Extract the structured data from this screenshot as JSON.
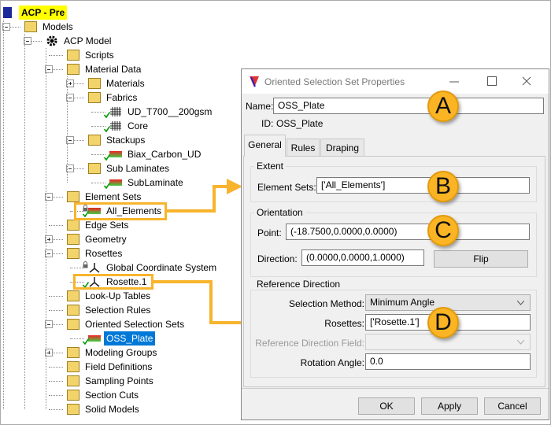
{
  "tree": [
    {
      "label": "ACP - Pre",
      "level": 0,
      "icon": "database-icon",
      "exp": ""
    },
    {
      "label": "Models",
      "level": 1,
      "icon": "folder-gear-icon",
      "exp": "-"
    },
    {
      "label": "ACP Model",
      "level": 2,
      "icon": "gear-icon",
      "exp": "-"
    },
    {
      "label": "Scripts",
      "level": 3,
      "icon": "folder-script-icon",
      "exp": ""
    },
    {
      "label": "Material Data",
      "level": 3,
      "icon": "folder-grid-icon",
      "exp": "-"
    },
    {
      "label": "Materials",
      "level": 4,
      "icon": "folder-material-icon",
      "exp": "+"
    },
    {
      "label": "Fabrics",
      "level": 4,
      "icon": "folder-grid-icon",
      "exp": "-"
    },
    {
      "label": "UD_T700__200gsm",
      "level": 5,
      "icon": "fabric-icon",
      "exp": "",
      "check": true
    },
    {
      "label": "Core",
      "level": 5,
      "icon": "fabric-icon",
      "exp": "",
      "check": true
    },
    {
      "label": "Stackups",
      "level": 4,
      "icon": "folder-stackup-icon",
      "exp": "-"
    },
    {
      "label": "Biax_Carbon_UD",
      "level": 5,
      "icon": "stackup-icon",
      "exp": "",
      "check": true
    },
    {
      "label": "Sub Laminates",
      "level": 4,
      "icon": "folder-sublaminate-icon",
      "exp": "-"
    },
    {
      "label": "SubLaminate",
      "level": 5,
      "icon": "sublaminate-icon",
      "exp": "",
      "check": true
    },
    {
      "label": "Element Sets",
      "level": 3,
      "icon": "folder-elementset-icon",
      "exp": "-"
    },
    {
      "label": "All_Elements",
      "level": 4,
      "icon": "elementset-icon",
      "exp": "",
      "check": true,
      "lock": true
    },
    {
      "label": "Edge Sets",
      "level": 3,
      "icon": "folder-edgeset-icon",
      "exp": ""
    },
    {
      "label": "Geometry",
      "level": 3,
      "icon": "folder-geometry-icon",
      "exp": "+"
    },
    {
      "label": "Rosettes",
      "level": 3,
      "icon": "folder-rosette-icon",
      "exp": "-"
    },
    {
      "label": "Global Coordinate System",
      "level": 4,
      "icon": "rosette-icon",
      "exp": "",
      "lock": true
    },
    {
      "label": "Rosette.1",
      "level": 4,
      "icon": "rosette-icon",
      "exp": "",
      "check": true
    },
    {
      "label": "Look-Up Tables",
      "level": 3,
      "icon": "folder-lookup-icon",
      "exp": ""
    },
    {
      "label": "Selection Rules",
      "level": 3,
      "icon": "folder-rules-icon",
      "exp": ""
    },
    {
      "label": "Oriented Selection Sets",
      "level": 3,
      "icon": "folder-oss-icon",
      "exp": "-"
    },
    {
      "label": "OSS_Plate",
      "level": 4,
      "icon": "oss-icon",
      "exp": "",
      "check": true,
      "selected": true
    },
    {
      "label": "Modeling Groups",
      "level": 3,
      "icon": "folder-modeling-icon",
      "exp": "+"
    },
    {
      "label": "Field Definitions",
      "level": 3,
      "icon": "folder-field-icon",
      "exp": ""
    },
    {
      "label": "Sampling Points",
      "level": 3,
      "icon": "folder-sampling-icon",
      "exp": ""
    },
    {
      "label": "Section Cuts",
      "level": 3,
      "icon": "folder-section-icon",
      "exp": ""
    },
    {
      "label": "Solid Models",
      "level": 3,
      "icon": "folder-solid-icon",
      "exp": ""
    }
  ],
  "dialog": {
    "title": "Oriented Selection Set Properties",
    "name_label": "Name:",
    "name_value": "OSS_Plate",
    "id_label": "ID:",
    "id_value": "OSS_Plate",
    "tabs": [
      "General",
      "Rules",
      "Draping"
    ],
    "extent": {
      "title": "Extent",
      "element_sets_label": "Element Sets:",
      "element_sets_value": "['All_Elements']"
    },
    "orientation": {
      "title": "Orientation",
      "point_label": "Point:",
      "point_value": "(-18.7500,0.0000,0.0000)",
      "direction_label": "Direction:",
      "direction_value": "(0.0000,0.0000,1.0000)",
      "flip": "Flip"
    },
    "refdir": {
      "title": "Reference Direction",
      "method_label": "Selection Method:",
      "method_value": "Minimum Angle",
      "rosettes_label": "Rosettes:",
      "rosettes_value": "['Rosette.1']",
      "field_label": "Reference Direction Field:",
      "field_value": "",
      "angle_label": "Rotation Angle:",
      "angle_value": "0.0"
    },
    "ok": "OK",
    "apply": "Apply",
    "cancel": "Cancel"
  },
  "callouts": [
    "A",
    "B",
    "C",
    "D"
  ],
  "colors": {
    "accent": "#fbb524",
    "selection": "#0078d7",
    "highlight": "#ffff00"
  }
}
